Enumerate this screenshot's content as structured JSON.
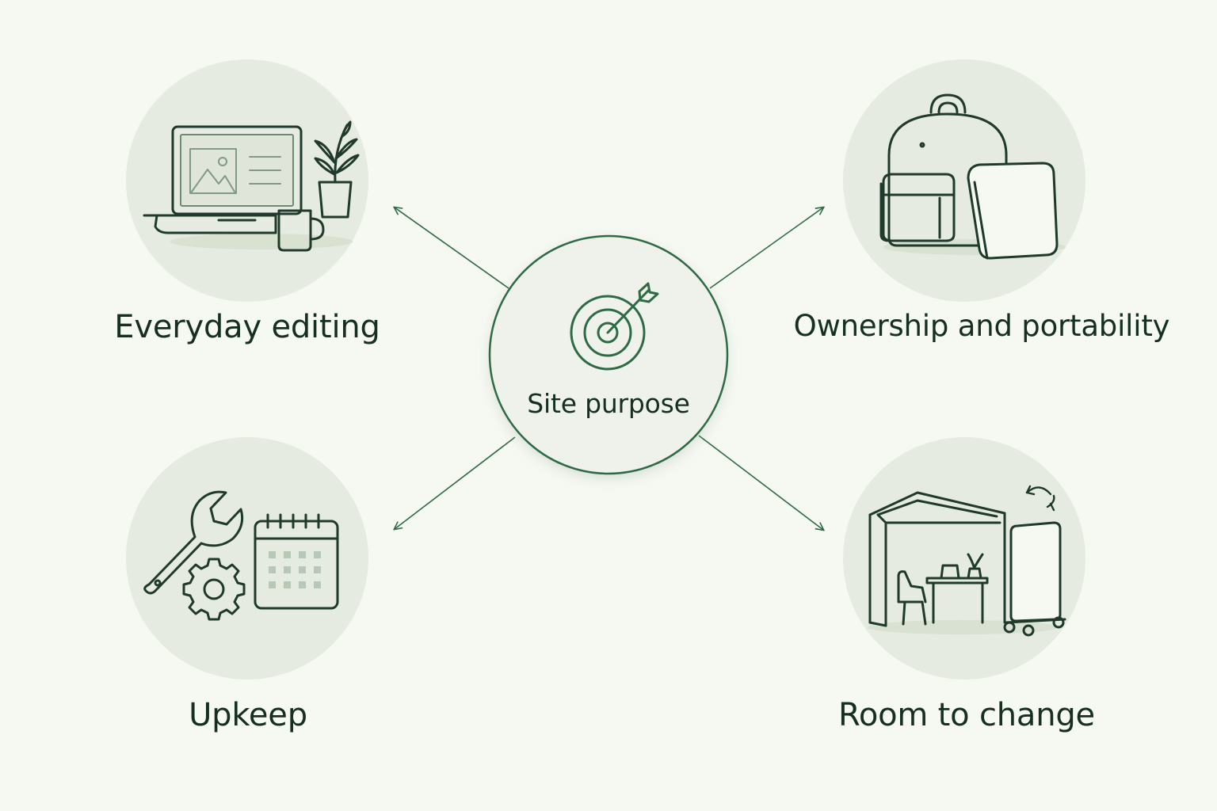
{
  "center": {
    "label": "Site purpose",
    "icon": "target-arrow-icon"
  },
  "nodes": [
    {
      "id": "tl",
      "label": "Everyday editing",
      "icon": "laptop-plant-mug-icon"
    },
    {
      "id": "tr",
      "label": "Ownership and portability",
      "icon": "backpack-tablet-icon"
    },
    {
      "id": "bl",
      "label": "Upkeep",
      "icon": "wrench-gear-calendar-icon"
    },
    {
      "id": "br",
      "label": "Room to change",
      "icon": "modular-room-icon"
    }
  ],
  "colors": {
    "background": "#f6f8f2",
    "circle_fill": "#e6ebe1",
    "accent": "#2e6b45",
    "line_dark": "#1f3a2b",
    "text": "#16301f"
  }
}
